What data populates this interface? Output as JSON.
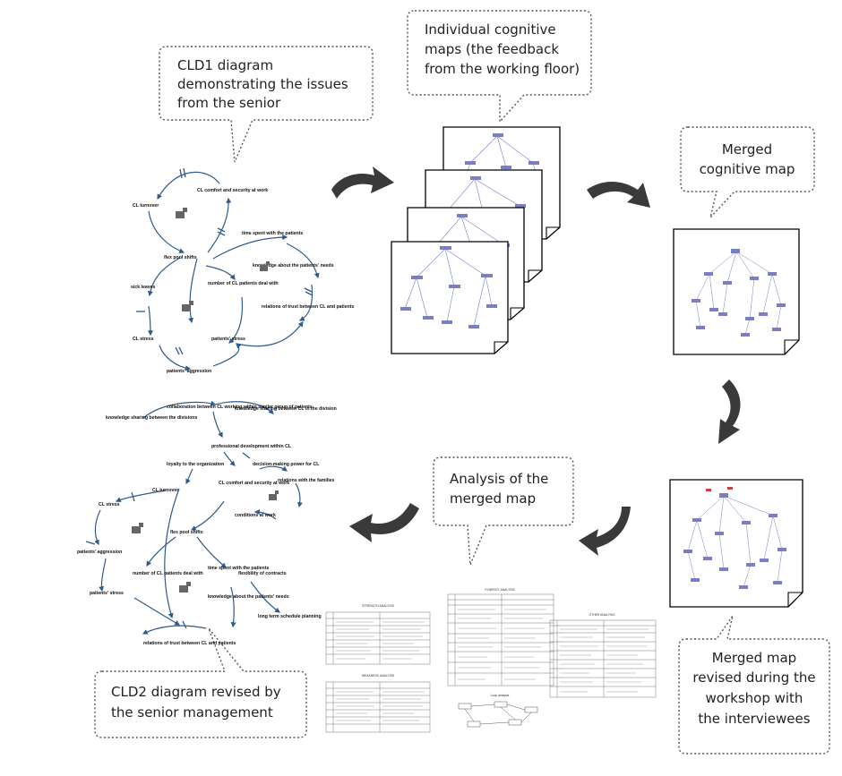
{
  "callouts": {
    "cld1": [
      "CLD1 diagram",
      "demonstrating the issues",
      "from the senior"
    ],
    "individual": [
      "Individual cognitive",
      "maps (the feedback",
      "from the working floor)"
    ],
    "merged": [
      "Merged",
      "cognitive map"
    ],
    "analysis": [
      "Analysis of the",
      "merged map"
    ],
    "cld2": [
      "CLD2 diagram revised by",
      "the senior management"
    ],
    "revised": [
      "Merged map",
      "revised during the",
      "workshop with",
      "the interviewees"
    ]
  },
  "cld1_nodes": [
    "CL turnover",
    "CL comfort and security at work",
    "time spent with the patients",
    "flex pool shifts",
    "knowledge about the patients' needs",
    "number of CL patients deal with",
    "sick leaves",
    "relations of trust between CL and patients",
    "CL stress",
    "patients' stress",
    "patients' aggression"
  ],
  "cld2_nodes": [
    "knowledge sharing between the divisions",
    "collaboration between CL working within similar group of patients",
    "knowledge sharing between CL in the division",
    "professional development within CL",
    "loyalty to the organization",
    "decision-making power for CL",
    "CL turnover",
    "CL comfort and security at work",
    "relations with the families",
    "conditions at work",
    "flex pool shifts",
    "CL stress",
    "patients' aggression",
    "number of CL patients deal with",
    "time spent with the patients",
    "knowledge about the patients' needs",
    "flexibility of contracts",
    "long term schedule planning",
    "patients' stress",
    "relations of trust between CL and patients"
  ],
  "docs": {
    "doc1_title": "STRENGTH ANALYSIS",
    "doc2_title": "WEAKNESS ANALYSIS",
    "doc3_title": "SYNERGY ANALYSIS",
    "doc4_title": "OTHER ANALYSIS",
    "loop_title": "Loop analysis"
  },
  "colors": {
    "arrow": "#2d5b8c",
    "curved_arrow": "#3a3a3a",
    "map_node": "#7a7fc4",
    "callout_border": "#555555"
  }
}
